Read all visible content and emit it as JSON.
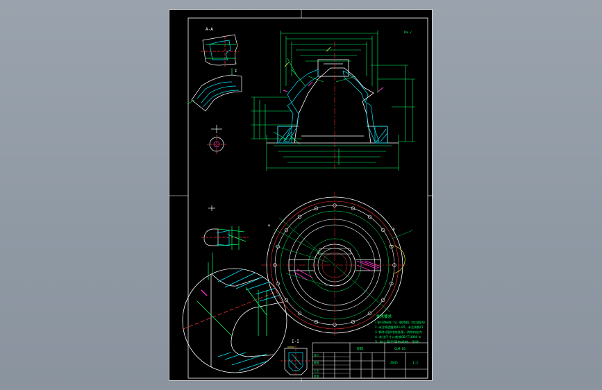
{
  "drawing": {
    "background": "#000000",
    "colors": {
      "outline": "#ffffff",
      "dimension": "#00ff66",
      "centerline": "#ff3333",
      "hatch": "#00e5ff",
      "highlight": "#ff2ad4",
      "yellow": "#ffff33"
    },
    "section_label": "A-A",
    "section_label_small": "I-I",
    "detail_label": "I",
    "roughness_mark": "Ra √",
    "notes": {
      "title": "技术要求",
      "lines": [
        "1.铸件不得有砂眼、气孔、缩松等缺陷，非加工表面涂漆",
        "2.未注铸造圆角R3~R5，未注倒角C1",
        "3.铸件须经时效处理，消除内应力",
        "4.未注尺寸公差按GB/T1804-m",
        "5.加工面不得有毛刺、划伤"
      ]
    },
    "title_block": {
      "part_name": "轮毂",
      "drawing_no": "CLM-01",
      "material": "ZG45",
      "scale": "1:2",
      "cells": [
        "设计",
        "审核",
        "工艺",
        "批准"
      ]
    }
  }
}
